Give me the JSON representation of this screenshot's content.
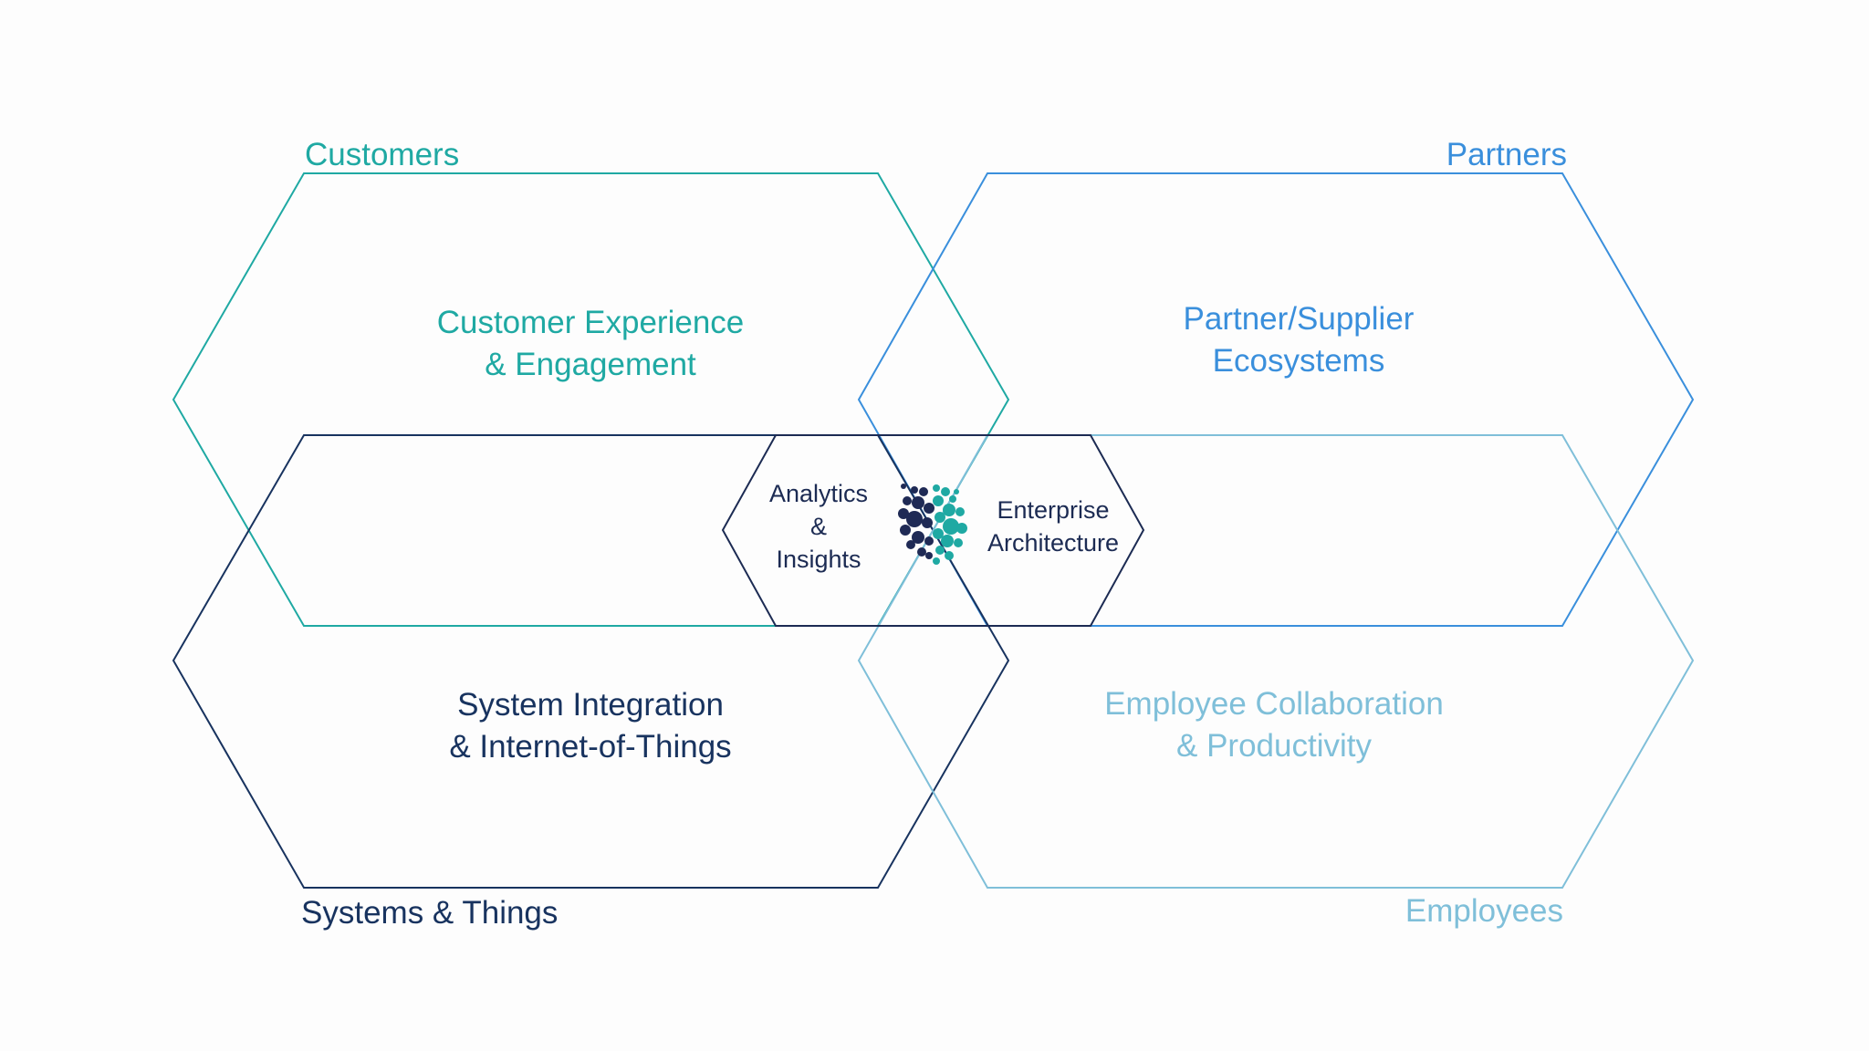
{
  "colors": {
    "customers": "#1fa9a3",
    "partners": "#3a8fdc",
    "systems": "#18335f",
    "employees": "#7fbfd9",
    "core": "#1c2b53",
    "logo_dark": "#1f2a55",
    "logo_teal": "#1fa9a3"
  },
  "categories": {
    "customers": "Customers",
    "partners": "Partners",
    "systems": "Systems & Things",
    "employees": "Employees"
  },
  "areas": {
    "customer": [
      "Customer Experience",
      "& Engagement"
    ],
    "partner": [
      "Partner/Supplier",
      "Ecosystems"
    ],
    "system": [
      "System Integration",
      "& Internet-of-Things"
    ],
    "employee": [
      "Employee Collaboration",
      "& Productivity"
    ]
  },
  "core": {
    "analytics": [
      "Analytics",
      "&",
      "Insights"
    ],
    "enterprise": [
      "Enterprise",
      "Architecture"
    ],
    "logo_icon": "dot-cluster-logo-icon"
  }
}
